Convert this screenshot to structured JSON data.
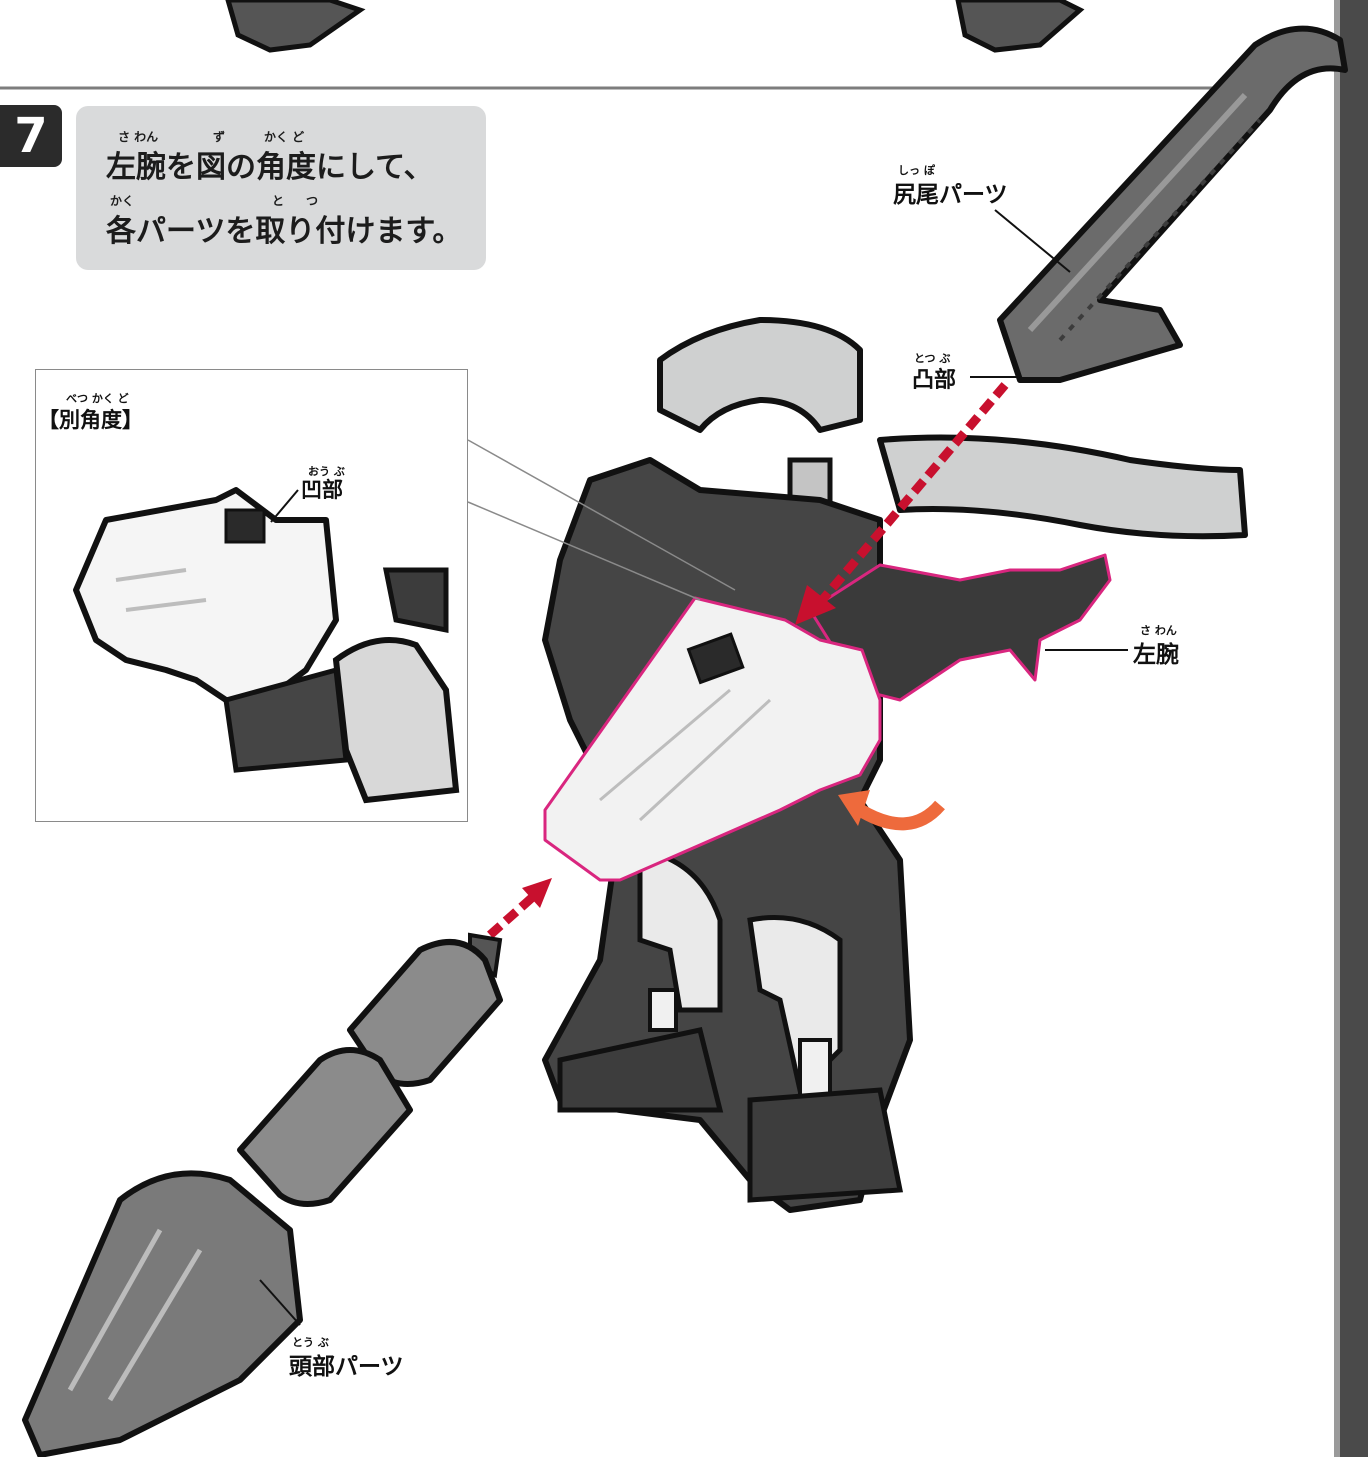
{
  "step": {
    "number": "7",
    "line1": "左腕を図の角度にして、",
    "line2": "各パーツを取り付けます。",
    "ruby1a": "さ わん",
    "ruby1b": "ず",
    "ruby1c": "かく ど",
    "ruby2a": "かく",
    "ruby2b": "と",
    "ruby2c": "つ"
  },
  "inset": {
    "title": "【別角度】",
    "title_ruby": "べつ かく ど",
    "label": "凹部",
    "label_ruby": "おう ぶ"
  },
  "labels": {
    "tail": "尻尾パーツ",
    "tail_ruby": "しっ ぽ",
    "convex": "凸部",
    "convex_ruby": "とつ ぶ",
    "left_arm": "左腕",
    "left_arm_ruby": "さ わん",
    "head": "頭部パーツ",
    "head_ruby": "とう ぶ"
  },
  "colors": {
    "highlight_outline": "#d9267f",
    "arrow_red": "#c8102e",
    "rotate_arrow": "#ee6a3c",
    "step_badge": "#2b2b2b",
    "instruction_bg": "#d9dadb"
  }
}
